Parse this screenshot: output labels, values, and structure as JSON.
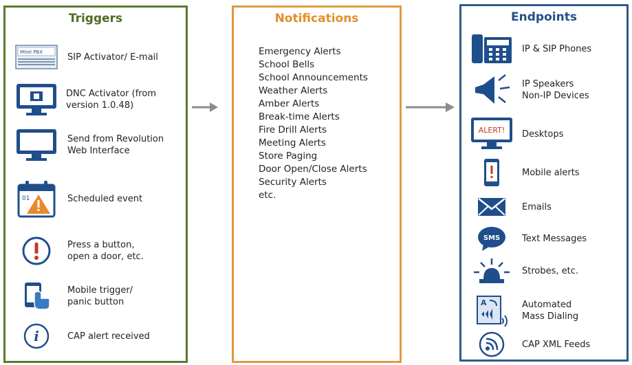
{
  "triggers": {
    "title": "Triggers",
    "items": [
      {
        "label": "SIP Activator/ E-mail",
        "icon": "pbx-device-icon",
        "icon_text": "Mitel PBX"
      },
      {
        "label": "DNC Activator (from\nversion 1.0.48)",
        "icon": "monitor-dnc-icon"
      },
      {
        "label": "Send from Revolution\nWeb Interface",
        "icon": "monitor-icon"
      },
      {
        "label": "Scheduled event",
        "icon": "calendar-warning-icon",
        "icon_text": "01"
      },
      {
        "label": "Press a button,\nopen a door, etc.",
        "icon": "exclamation-circle-icon"
      },
      {
        "label": "Mobile trigger/\npanic button",
        "icon": "mobile-touch-icon"
      },
      {
        "label": "CAP alert received",
        "icon": "info-circle-icon"
      }
    ]
  },
  "notifications": {
    "title": "Notifications",
    "items": [
      "Emergency Alerts",
      "School Bells",
      "School Announcements",
      "Weather Alerts",
      "Amber Alerts",
      "Break-time Alerts",
      "Fire Drill Alerts",
      "Meeting Alerts",
      "Store Paging",
      "Door Open/Close Alerts",
      "Security Alerts",
      "etc."
    ]
  },
  "endpoints": {
    "title": "Endpoints",
    "items": [
      {
        "label": "IP & SIP Phones",
        "icon": "desk-phone-icon"
      },
      {
        "label": "IP Speakers\nNon-IP Devices",
        "icon": "speaker-icon"
      },
      {
        "label": "Desktops",
        "icon": "desktop-alert-icon",
        "icon_text": "ALERT!"
      },
      {
        "label": "Mobile alerts",
        "icon": "mobile-alert-icon"
      },
      {
        "label": "Emails",
        "icon": "envelope-icon"
      },
      {
        "label": "Text Messages",
        "icon": "sms-bubble-icon",
        "icon_text": "SMS"
      },
      {
        "label": "Strobes, etc.",
        "icon": "strobe-light-icon"
      },
      {
        "label": "Automated\nMass Dialing",
        "icon": "mass-dialing-icon"
      },
      {
        "label": "CAP XML Feeds",
        "icon": "rss-feed-icon"
      }
    ]
  },
  "colors": {
    "triggers_border": "#5a7a2e",
    "notifications_border": "#e19a3c",
    "endpoints_border": "#2e5a8a",
    "icon_blue": "#1f4e8c",
    "warning_orange": "#e8892b",
    "alert_red": "#c0392b",
    "arrow_gray": "#8c8c8c"
  }
}
